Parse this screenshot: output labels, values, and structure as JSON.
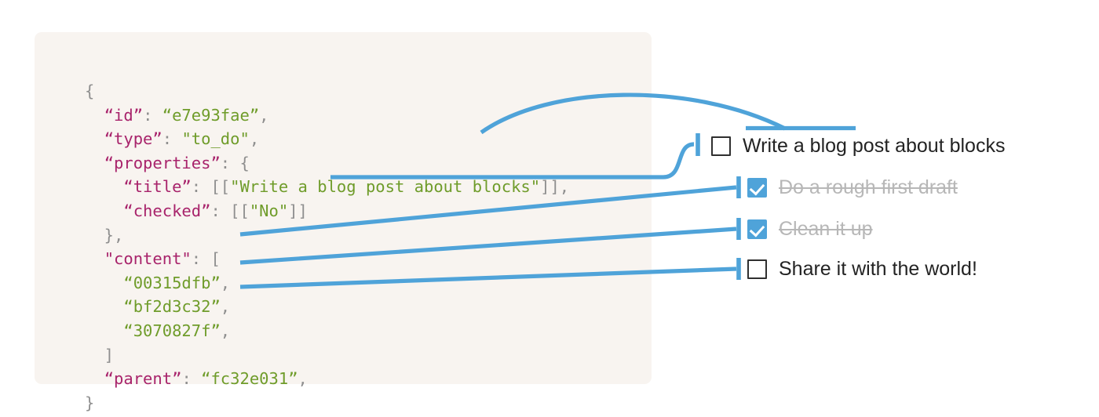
{
  "colors": {
    "accent_blue": "#4fa3d9",
    "code_background": "#f8f4f0",
    "page_background": "#ffffff",
    "json_key": "#a8236b",
    "json_string": "#6f9c2a",
    "json_punctuation": "#8f8f8f",
    "checkbox_border": "#2f2f2f",
    "todo_text": "#232323",
    "todo_done_text": "#b7b7b7"
  },
  "code_panel": {
    "language": "json",
    "lines": [
      [
        {
          "t": "{",
          "c": "p"
        }
      ],
      [
        {
          "t": "  ",
          "c": "p"
        },
        {
          "t": "“id”",
          "c": "k"
        },
        {
          "t": ": ",
          "c": "p"
        },
        {
          "t": "“e7e93fae”",
          "c": "v"
        },
        {
          "t": ",",
          "c": "p"
        }
      ],
      [
        {
          "t": "  ",
          "c": "p"
        },
        {
          "t": "“type”",
          "c": "k"
        },
        {
          "t": ": ",
          "c": "p"
        },
        {
          "t": "\"to_do\"",
          "c": "v"
        },
        {
          "t": ",",
          "c": "p"
        }
      ],
      [
        {
          "t": "  ",
          "c": "p"
        },
        {
          "t": "“properties”",
          "c": "k"
        },
        {
          "t": ": ",
          "c": "p"
        },
        {
          "t": "{",
          "c": "p"
        }
      ],
      [
        {
          "t": "    ",
          "c": "p"
        },
        {
          "t": "“title”",
          "c": "k"
        },
        {
          "t": ": ",
          "c": "p"
        },
        {
          "t": "[[",
          "c": "p"
        },
        {
          "t": "\"Write a blog post about blocks\"",
          "c": "v"
        },
        {
          "t": "]],",
          "c": "p"
        }
      ],
      [
        {
          "t": "    ",
          "c": "p"
        },
        {
          "t": "“checked”",
          "c": "k"
        },
        {
          "t": ": ",
          "c": "p"
        },
        {
          "t": "[[",
          "c": "p"
        },
        {
          "t": "\"No\"",
          "c": "v"
        },
        {
          "t": "]]",
          "c": "p"
        }
      ],
      [
        {
          "t": "  },",
          "c": "p"
        }
      ],
      [
        {
          "t": "  ",
          "c": "p"
        },
        {
          "t": "\"content\"",
          "c": "k"
        },
        {
          "t": ": ",
          "c": "p"
        },
        {
          "t": "[",
          "c": "p"
        }
      ],
      [
        {
          "t": "    ",
          "c": "p"
        },
        {
          "t": "“00315dfb”",
          "c": "v"
        },
        {
          "t": ",",
          "c": "p"
        }
      ],
      [
        {
          "t": "    ",
          "c": "p"
        },
        {
          "t": "“bf2d3c32”",
          "c": "v"
        },
        {
          "t": ",",
          "c": "p"
        }
      ],
      [
        {
          "t": "    ",
          "c": "p"
        },
        {
          "t": "“3070827f”",
          "c": "v"
        },
        {
          "t": ",",
          "c": "p"
        }
      ],
      [
        {
          "t": "  ]",
          "c": "p"
        }
      ],
      [
        {
          "t": "  ",
          "c": "p"
        },
        {
          "t": "“parent”",
          "c": "k"
        },
        {
          "t": ": ",
          "c": "p"
        },
        {
          "t": "“fc32e031”",
          "c": "v"
        },
        {
          "t": ",",
          "c": "p"
        }
      ],
      [
        {
          "t": "}",
          "c": "p"
        }
      ]
    ],
    "values": {
      "id": "e7e93fae",
      "type": "to_do",
      "title": "Write a blog post about blocks",
      "checked": "No",
      "content": [
        "00315dfb",
        "bf2d3c32",
        "3070827f"
      ],
      "parent": "fc32e031"
    }
  },
  "todo_list": {
    "items": [
      {
        "label": "Write a blog post about blocks",
        "checked": false
      },
      {
        "label": "Do a rough first draft",
        "checked": true
      },
      {
        "label": "Clean it up",
        "checked": true
      },
      {
        "label": "Share it with the world!",
        "checked": false
      }
    ]
  },
  "connectors": [
    {
      "name": "title-to-first-item",
      "from": "title-string",
      "to": "todo-item-0-label"
    },
    {
      "name": "checked-to-first-checkbox",
      "from": "checked-value",
      "to": "todo-item-0-checkbox"
    },
    {
      "name": "content-0-to-item-1",
      "from": "content-id-00315dfb",
      "to": "todo-item-1-checkbox"
    },
    {
      "name": "content-1-to-item-2",
      "from": "content-id-bf2d3c32",
      "to": "todo-item-2-checkbox"
    },
    {
      "name": "content-2-to-item-3",
      "from": "content-id-3070827f",
      "to": "todo-item-3-checkbox"
    }
  ]
}
